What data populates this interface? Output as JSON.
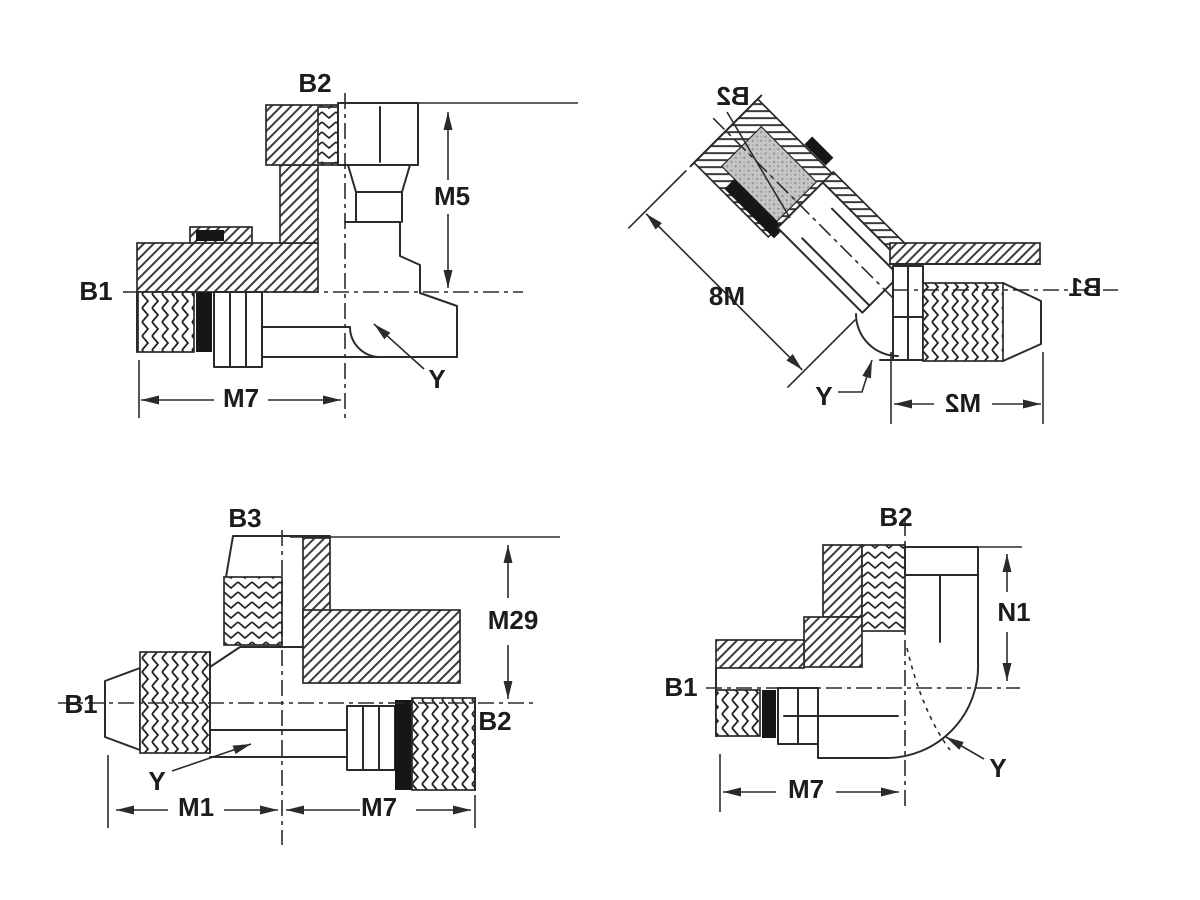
{
  "colors": {
    "background": "#ffffff",
    "line": "#2b2b2b",
    "text": "#1c1c1c"
  },
  "drawings": {
    "top_left": {
      "labels": {
        "b2": "B2",
        "b1": "B1",
        "m5": "M5",
        "m7": "M7",
        "y": "Y"
      }
    },
    "top_right": {
      "labels": {
        "b2": "B2",
        "m8": "M8",
        "b1": "B1",
        "m2": "M2",
        "y": "Y"
      }
    },
    "bottom_left": {
      "labels": {
        "b3": "B3",
        "b1": "B1",
        "m29": "M29",
        "b2": "B2",
        "y": "Y",
        "m1": "M1",
        "m7": "M7"
      }
    },
    "bottom_right": {
      "labels": {
        "b2": "B2",
        "b1": "B1",
        "n1": "N1",
        "m7": "M7",
        "y": "Y"
      }
    }
  }
}
